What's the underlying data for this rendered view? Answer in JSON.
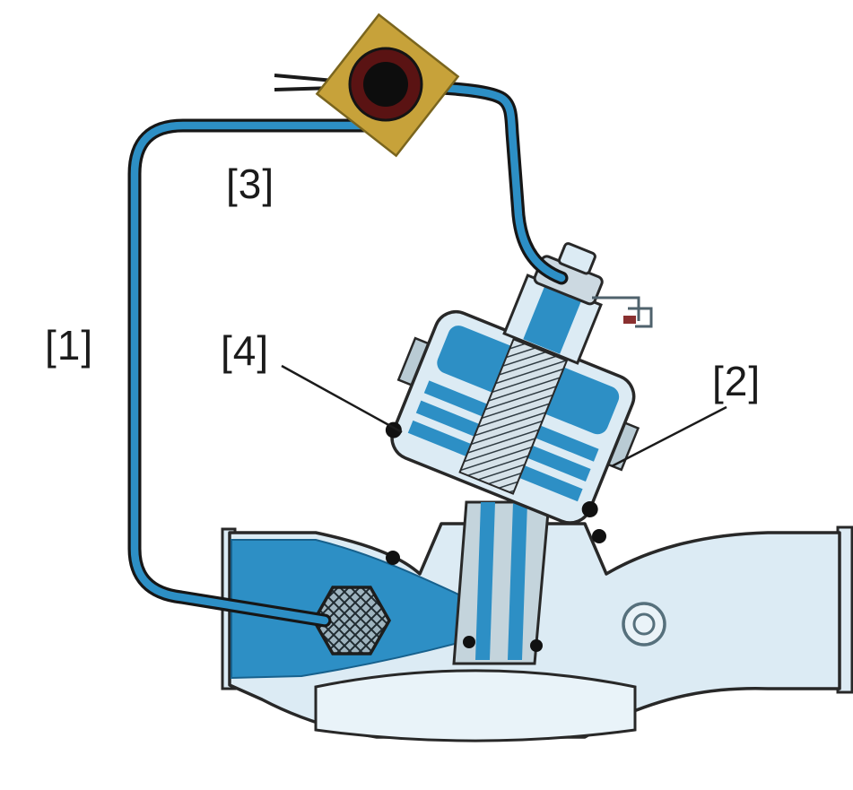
{
  "figure": {
    "name": "solenoid-pilot-valve-cross-section",
    "callouts": [
      {
        "id": 1,
        "text": "[1]"
      },
      {
        "id": 2,
        "text": "[2]"
      },
      {
        "id": 3,
        "text": "[3]"
      },
      {
        "id": 4,
        "text": "[4]"
      }
    ],
    "colors": {
      "water": "#2d8fc5",
      "water_dark": "#17618d",
      "body": "#dcebf4",
      "body_inner": "#e9f3f9",
      "metal_gray": "#c4d4dc",
      "outline": "#282828",
      "tube": "#2d8fc5",
      "tube_outline": "#161616",
      "solenoid_brass": "#c7a23a",
      "solenoid_coil": "#5a1313",
      "solenoid_core": "#0d0d0d",
      "indicator_red": "#8a3030",
      "background": "#ffffff"
    }
  }
}
